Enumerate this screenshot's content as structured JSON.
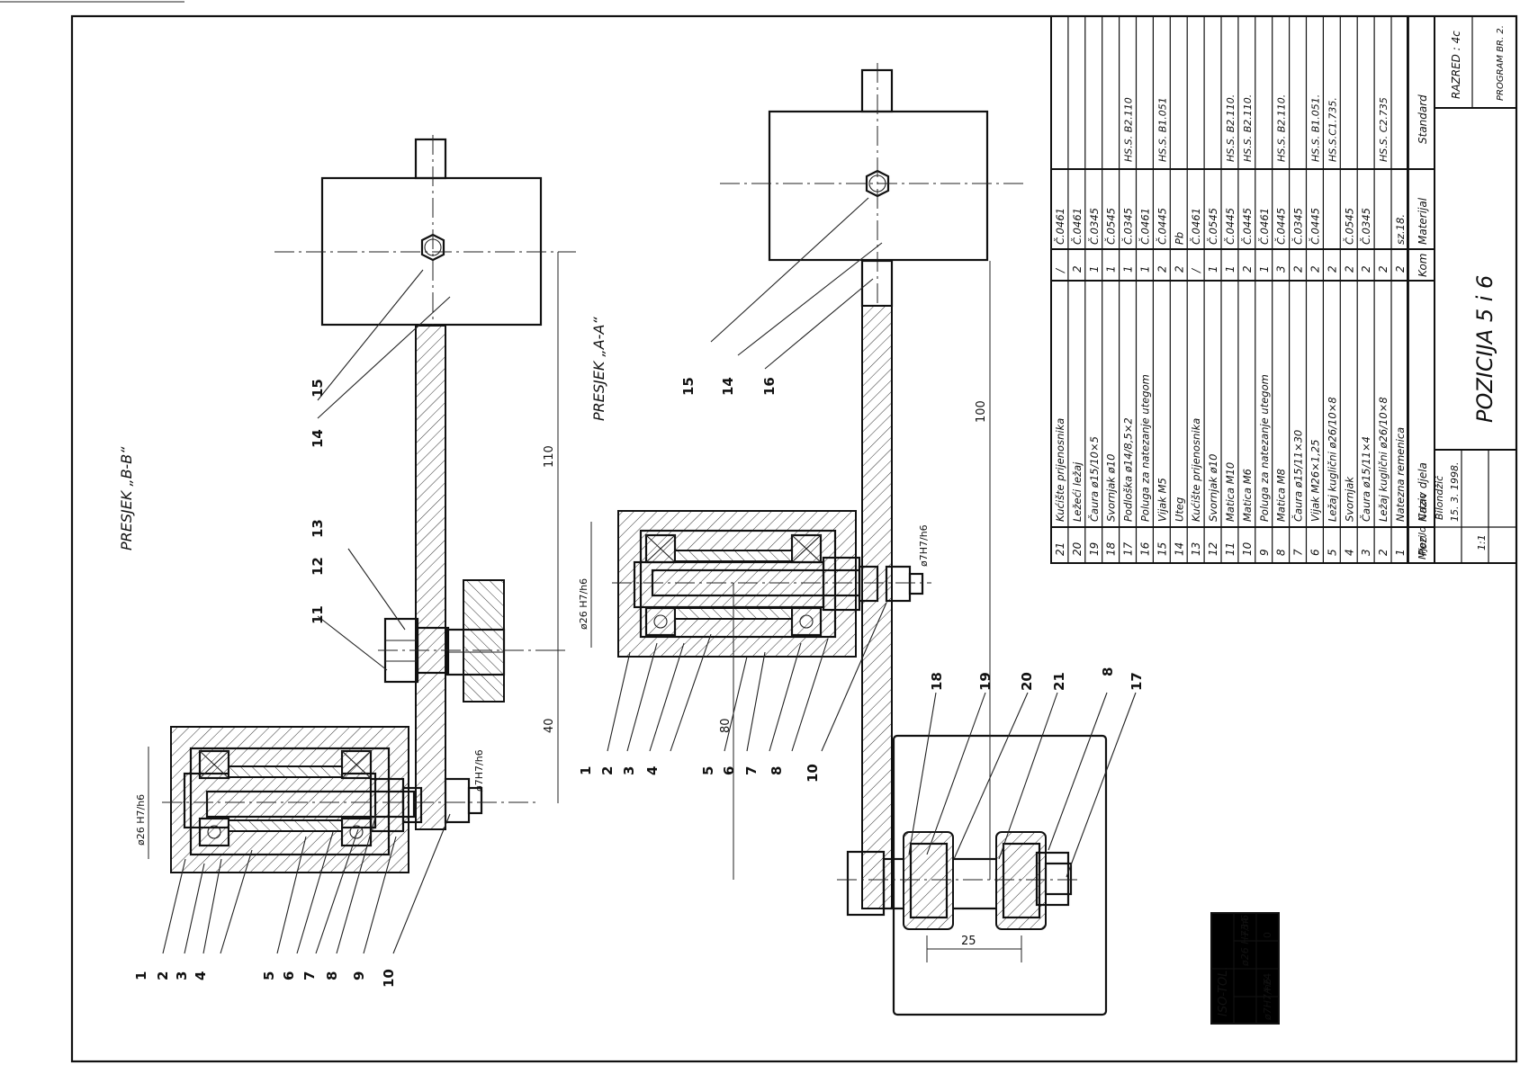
{
  "sections": {
    "bb": "PRESJEK „B-B“",
    "aa": "PRESJEK „A-A“"
  },
  "dims": {
    "d110": "110",
    "d40": "40",
    "d100": "100",
    "d80": "80",
    "d25": "25",
    "fit26_bb": "ø26 H7/h6",
    "fit7_bb": "ø7H7/h6",
    "fit26_aa": "ø26 H7/h6",
    "fit7_aa": "ø7H7/h6"
  },
  "balloons_bb_bottom": [
    "1",
    "2",
    "3",
    "4",
    "5",
    "6",
    "7",
    "8",
    "9",
    "10"
  ],
  "balloons_bb_top": [
    "11",
    "12",
    "13",
    "14",
    "15"
  ],
  "balloons_aa_bottom": [
    "1",
    "2",
    "3",
    "4",
    "5",
    "6",
    "7",
    "8",
    "10"
  ],
  "balloons_aa_top": [
    "15",
    "14",
    "16"
  ],
  "balloons_aa_right": [
    "18",
    "19",
    "20",
    "21",
    "8",
    "17"
  ],
  "iso_table": {
    "title": "ISO-TOL.",
    "rows": [
      {
        "fit": "ø26 H7/h6",
        "upper": "+34",
        "lower": "0"
      },
      {
        "fit": "ø7H7/h6",
        "upper": "+24",
        "lower": "0"
      }
    ]
  },
  "parts": [
    {
      "poz": "21",
      "naziv": "Kućište prijenosnika",
      "kom": "/",
      "materijal": "Č.0461",
      "standard": ""
    },
    {
      "poz": "20",
      "naziv": "Ležeći ležaj",
      "kom": "2",
      "materijal": "Č.0461",
      "standard": ""
    },
    {
      "poz": "19",
      "naziv": "Čaura  ø15/10×5",
      "kom": "1",
      "materijal": "Č.0345",
      "standard": ""
    },
    {
      "poz": "18",
      "naziv": "Svornjak  ø10",
      "kom": "1",
      "materijal": "Č.0545",
      "standard": ""
    },
    {
      "poz": "17",
      "naziv": "Podloška ø14/8,5×2",
      "kom": "1",
      "materijal": "Č.0345",
      "standard": "HS.S. B2.110"
    },
    {
      "poz": "16",
      "naziv": "Poluga za natezanje utegom",
      "kom": "1",
      "materijal": "Č.0461",
      "standard": ""
    },
    {
      "poz": "15",
      "naziv": "Vijak  M5",
      "kom": "2",
      "materijal": "Č.0445",
      "standard": "HS.S. B1.051"
    },
    {
      "poz": "14",
      "naziv": "Uteg",
      "kom": "2",
      "materijal": "Pb",
      "standard": ""
    },
    {
      "poz": "13",
      "naziv": "Kućište prijenosnika",
      "kom": "/",
      "materijal": "Č.0461",
      "standard": ""
    },
    {
      "poz": "12",
      "naziv": "Svornjak  ø10",
      "kom": "1",
      "materijal": "Č.0545",
      "standard": ""
    },
    {
      "poz": "11",
      "naziv": "Matica  M10",
      "kom": "1",
      "materijal": "Č.0445",
      "standard": "HS.S. B2.110."
    },
    {
      "poz": "10",
      "naziv": "Matica  M6",
      "kom": "2",
      "materijal": "Č.0445",
      "standard": "HS.S. B2.110."
    },
    {
      "poz": "9",
      "naziv": "Poluga za natezanje utegom",
      "kom": "1",
      "materijal": "Č.0461",
      "standard": ""
    },
    {
      "poz": "8",
      "naziv": "Matica  M8",
      "kom": "3",
      "materijal": "Č.0445",
      "standard": "HS.S. B2.110."
    },
    {
      "poz": "7",
      "naziv": "Čaura  ø15/11×30",
      "kom": "2",
      "materijal": "Č.0345",
      "standard": ""
    },
    {
      "poz": "6",
      "naziv": "Vijak  M26×1,25",
      "kom": "2",
      "materijal": "Č.0445",
      "standard": "HS.S. B1.051."
    },
    {
      "poz": "5",
      "naziv": "Ležaj kuglični ø26/10×8",
      "kom": "2",
      "materijal": "",
      "standard": "HS.S.C1.735."
    },
    {
      "poz": "4",
      "naziv": "Svornjak",
      "kom": "2",
      "materijal": "Č.0545",
      "standard": ""
    },
    {
      "poz": "3",
      "naziv": "Čaura  ø15/11×4",
      "kom": "2",
      "materijal": "Č.0345",
      "standard": ""
    },
    {
      "poz": "2",
      "naziv": "Ležaj kuglični ø26/10×8",
      "kom": "2",
      "materijal": "",
      "standard": "HS.S. C2.735"
    },
    {
      "poz": "1",
      "naziv": "Natezna remenica",
      "kom": "2",
      "materijal": "sz.18.",
      "standard": ""
    }
  ],
  "header": {
    "poz": "Poz.",
    "naziv": "Naziv djela",
    "kom": "Kom",
    "materijal": "Materijal",
    "standard": "Standard"
  },
  "title_block": {
    "crtao_label": "Crtao",
    "crtao_name": "Bilondžić",
    "date": "15. 3. 1998.",
    "mjerilo_label": "Mjerilo",
    "mjerilo": "1:1",
    "title": "POZICIJA  5 i 6",
    "razred": "RAZRED : 4c",
    "program": "PROGRAM BR. 2."
  }
}
